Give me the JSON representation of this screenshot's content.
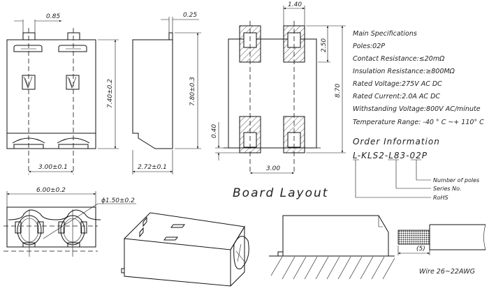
{
  "dimensions": {
    "front_pin_width": "0.85",
    "front_height": "7.40±0.2",
    "front_pitch": "3.00±0.1",
    "side_tab": "0.25",
    "side_height": "7.80±0.3",
    "side_depth": "2.72±0.1",
    "pad_width": "1.40",
    "pad_length": "2.50",
    "pad_span": "8.70",
    "pad_offset": "0.40",
    "pad_pitch": "3.00",
    "top_width": "6.00±0.2",
    "hole_diameter": "ϕ1.50±0.2",
    "strip_length": "(5)"
  },
  "board_layout_title": "Board Layout",
  "specs": {
    "title": "Main Specifications",
    "lines": [
      "Poles:02P",
      "Contact Resistance:≤20mΩ",
      "Insulation Resistance:≥800MΩ",
      "Rated Voltage:275V AC DC",
      "Rated Current:2.0A AC DC",
      "Withstanding Voltage:800V AC/minute",
      "Temperature Range:  -40 ° C ~+ 110° C"
    ]
  },
  "order": {
    "title": "Order Information",
    "code": "L-KLS2-L83-02P",
    "legend": [
      "Number of poles",
      "Series No.",
      "RoHS"
    ]
  },
  "wire_label": "Wire 26~22AWG"
}
